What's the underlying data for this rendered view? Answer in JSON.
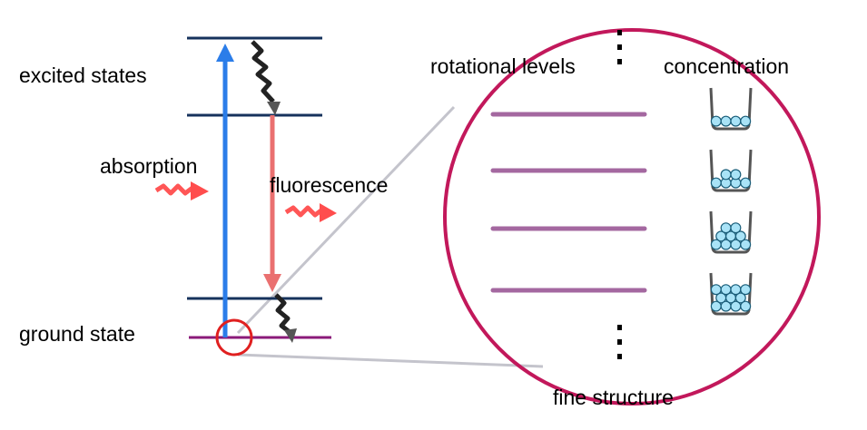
{
  "labels": {
    "excited_states": "excited states",
    "absorption": "absorption",
    "fluorescence": "fluorescence",
    "ground_state": "ground state",
    "rotational_levels": "rotational levels",
    "concentration": "concentration",
    "fine_structure": "fine structure"
  },
  "colors": {
    "level_line": "#16325c",
    "ground_line": "#8b1a7a",
    "absorption_arrow": "#2b7de9",
    "fluorescence_arrow": "#ea7070",
    "relaxation_arrow": "#222222",
    "photon": "#ff4d4d",
    "big_circle": "#c2185b",
    "small_circle": "#e02020",
    "zoom_line": "#c4c4cc",
    "rot_level": "#a468a0",
    "beaker": "#555555",
    "molecule_fill": "#a9e3f7",
    "molecule_stroke": "#1a5e7a"
  },
  "concentration_counts": [
    4,
    6,
    9,
    11
  ]
}
